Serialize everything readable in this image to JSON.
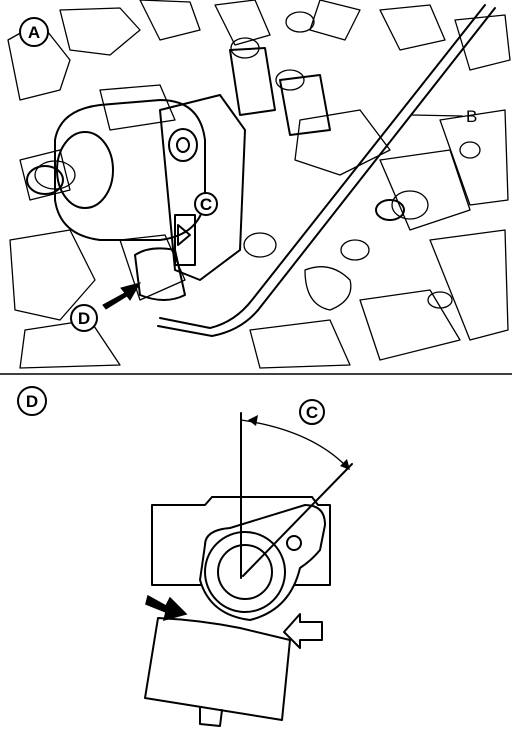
{
  "figure": {
    "top_view": {
      "callout": "A",
      "labels": {
        "pointer_b": "B",
        "angle_c": "C",
        "view_arrow_d": "D"
      }
    },
    "detail_view": {
      "callout": "D",
      "labels": {
        "angle_c": "C"
      }
    }
  }
}
